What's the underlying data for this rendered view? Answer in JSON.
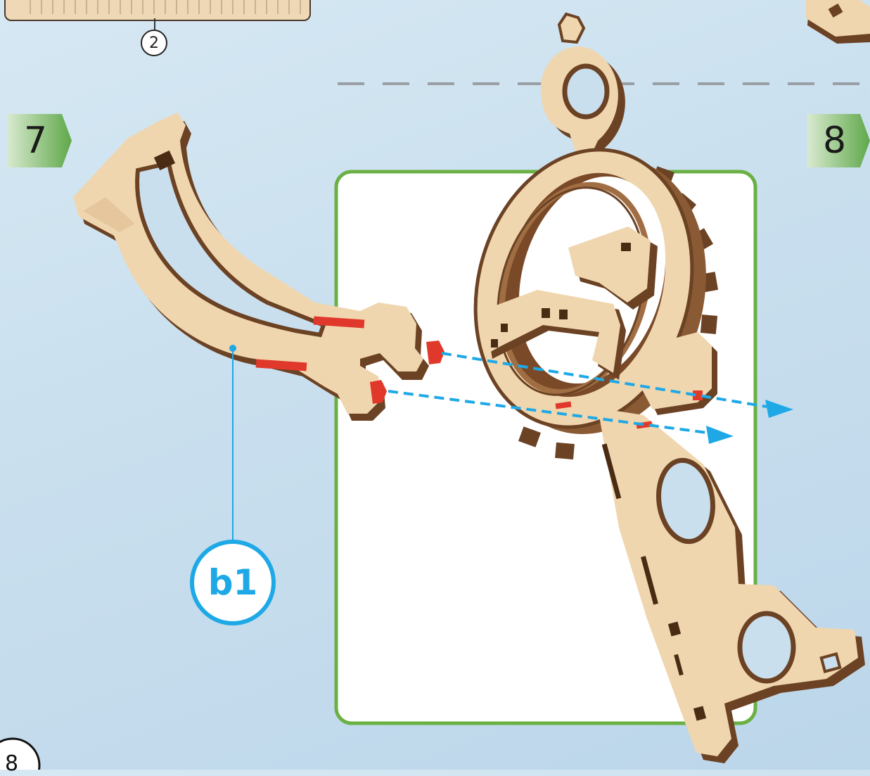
{
  "steps": {
    "step_7": "7",
    "step_8": "8"
  },
  "callouts": {
    "part_label": "b1",
    "top_marker": "2",
    "bottom_marker": "8"
  },
  "colors": {
    "background": "#c9dfee",
    "step_badge_green": "#5fa84a",
    "panel_border": "#6ab043",
    "wood": "#f0d6ae",
    "wood_edge": "#6b4224",
    "glue_red": "#e0392b",
    "arrow_blue": "#1ea9e6"
  }
}
